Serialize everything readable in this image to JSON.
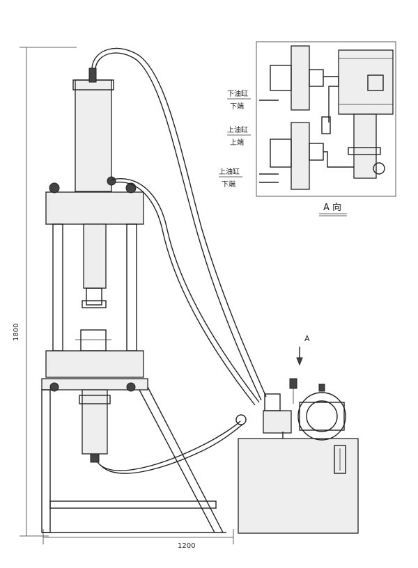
{
  "dimensions": {
    "height": "1800",
    "width": "1200"
  },
  "view": {
    "arrow_label": "A",
    "title": "A 向"
  },
  "callouts": [
    {
      "line1": "下油缸",
      "line2": "下端"
    },
    {
      "line1": "上油缸",
      "line2": "上端"
    },
    {
      "line1": "上油缸",
      "line2": "下端"
    }
  ]
}
